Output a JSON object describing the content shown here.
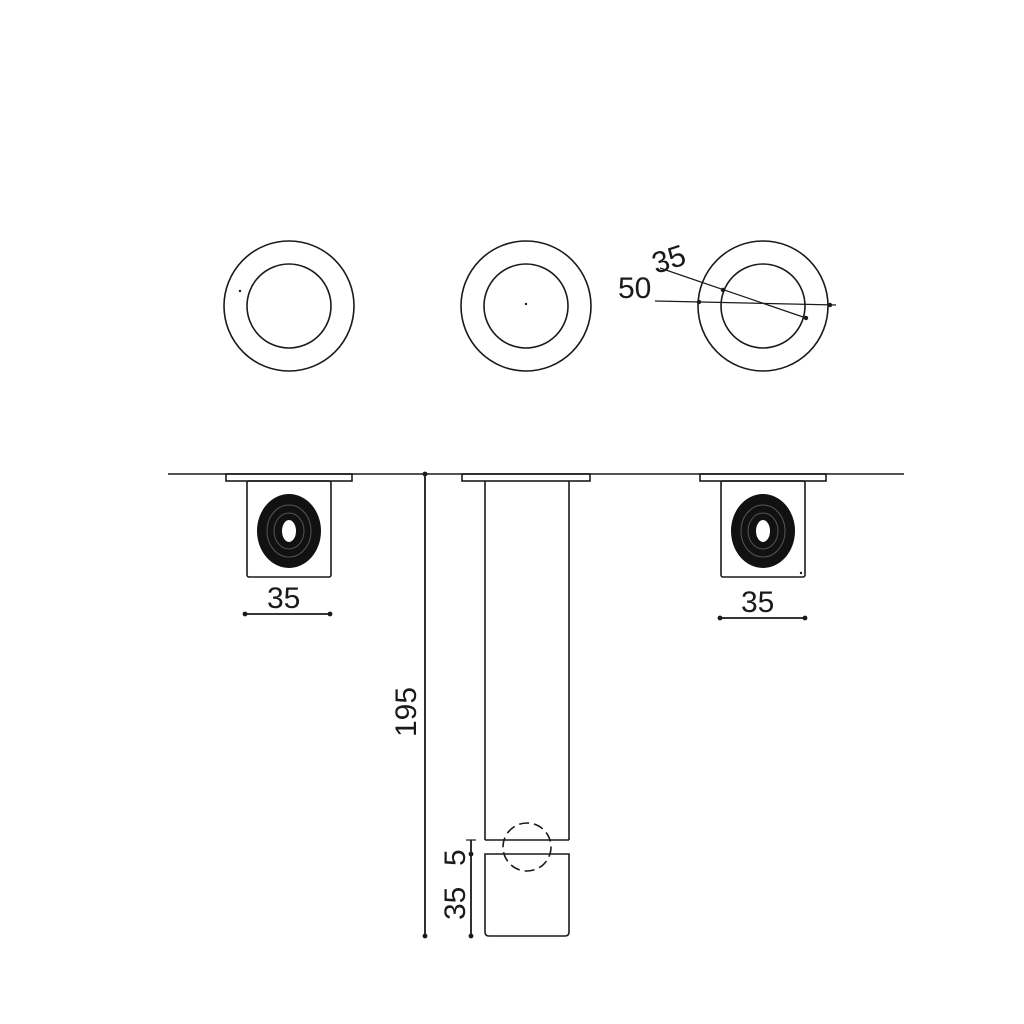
{
  "dimensions": {
    "top_view_35": "35",
    "top_view_50": "50",
    "left_handle_width": "35",
    "right_handle_width": "35",
    "overall_height": "195",
    "gap": "5",
    "spout_tip": "35"
  },
  "colors": {
    "line": "#1a1a1a",
    "background": "#ffffff"
  }
}
